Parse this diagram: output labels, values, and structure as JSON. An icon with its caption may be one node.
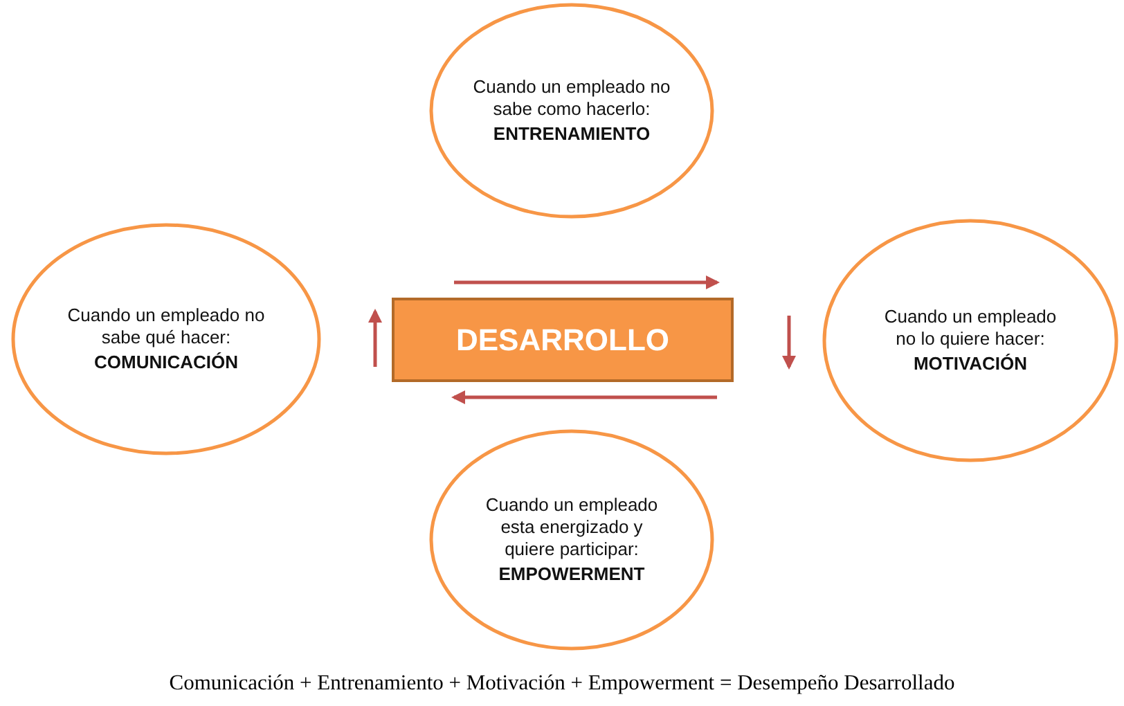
{
  "diagram": {
    "caption": "Comunicación + Entrenamiento + Motivación + Empowerment = Desempeño Desarrollado",
    "nodes": [
      {
        "text": [
          "Cuando un empleado no sabe como hacerlo:",
          "ENTRENAMIENTO"
        ]
      },
      {
        "text": [
          "Cuando un empleado no sabe qué hacer:",
          "COMUNICACIÓN"
        ]
      },
      {
        "text": [
          "DESARROLLO"
        ]
      },
      {
        "text": [
          "Cuando un empleado no lo quiere hacer:",
          "MOTIVACIÓN"
        ]
      },
      {
        "text": [
          "Cuando un empleado esta energizado y quiere participar:",
          "EMPOWERMENT"
        ]
      }
    ]
  }
}
